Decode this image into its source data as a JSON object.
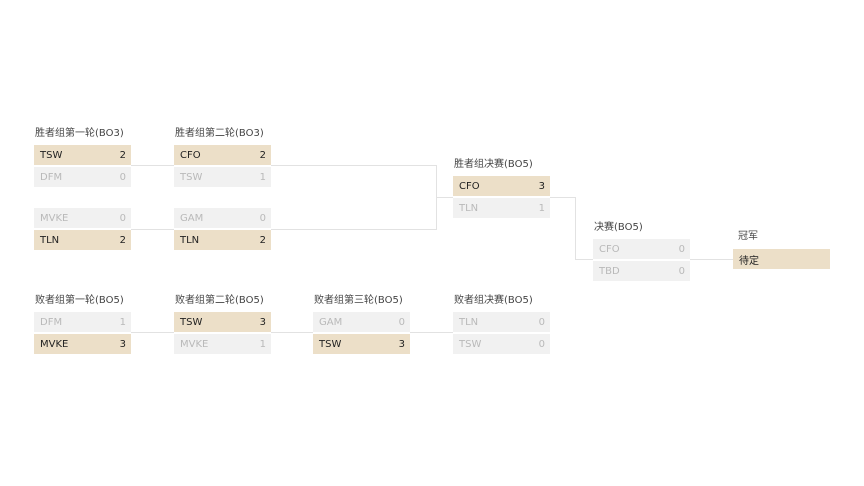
{
  "bracket": {
    "winners_r1": {
      "label": "胜者组第一轮(BO3)",
      "match1": {
        "team1": {
          "name": "TSW",
          "score": "2"
        },
        "team2": {
          "name": "DFM",
          "score": "0"
        }
      },
      "match2": {
        "team1": {
          "name": "MVKE",
          "score": "0"
        },
        "team2": {
          "name": "TLN",
          "score": "2"
        }
      }
    },
    "winners_r2": {
      "label": "胜者组第二轮(BO3)",
      "match1": {
        "team1": {
          "name": "CFO",
          "score": "2"
        },
        "team2": {
          "name": "TSW",
          "score": "1"
        }
      },
      "match2": {
        "team1": {
          "name": "GAM",
          "score": "0"
        },
        "team2": {
          "name": "TLN",
          "score": "2"
        }
      }
    },
    "winners_final": {
      "label": "胜者组决赛(BO5)",
      "match": {
        "team1": {
          "name": "CFO",
          "score": "3"
        },
        "team2": {
          "name": "TLN",
          "score": "1"
        }
      }
    },
    "grand_final": {
      "label": "决赛(BO5)",
      "match": {
        "team1": {
          "name": "CFO",
          "score": "0"
        },
        "team2": {
          "name": "TBD",
          "score": "0"
        }
      }
    },
    "champion": {
      "label": "冠军",
      "value": "待定"
    },
    "losers_r1": {
      "label": "败者组第一轮(BO5)",
      "match": {
        "team1": {
          "name": "DFM",
          "score": "1"
        },
        "team2": {
          "name": "MVKE",
          "score": "3"
        }
      }
    },
    "losers_r2": {
      "label": "败者组第二轮(BO5)",
      "match": {
        "team1": {
          "name": "TSW",
          "score": "3"
        },
        "team2": {
          "name": "MVKE",
          "score": "1"
        }
      }
    },
    "losers_r3": {
      "label": "败者组第三轮(BO5)",
      "match": {
        "team1": {
          "name": "GAM",
          "score": "0"
        },
        "team2": {
          "name": "TSW",
          "score": "3"
        }
      }
    },
    "losers_final": {
      "label": "败者组决赛(BO5)",
      "match": {
        "team1": {
          "name": "TLN",
          "score": "0"
        },
        "team2": {
          "name": "TSW",
          "score": "0"
        }
      }
    }
  },
  "colors": {
    "winner_bg": "#ecdfc8",
    "loser_bg": "#f1f1f1",
    "connector": "#e2e2e2"
  }
}
